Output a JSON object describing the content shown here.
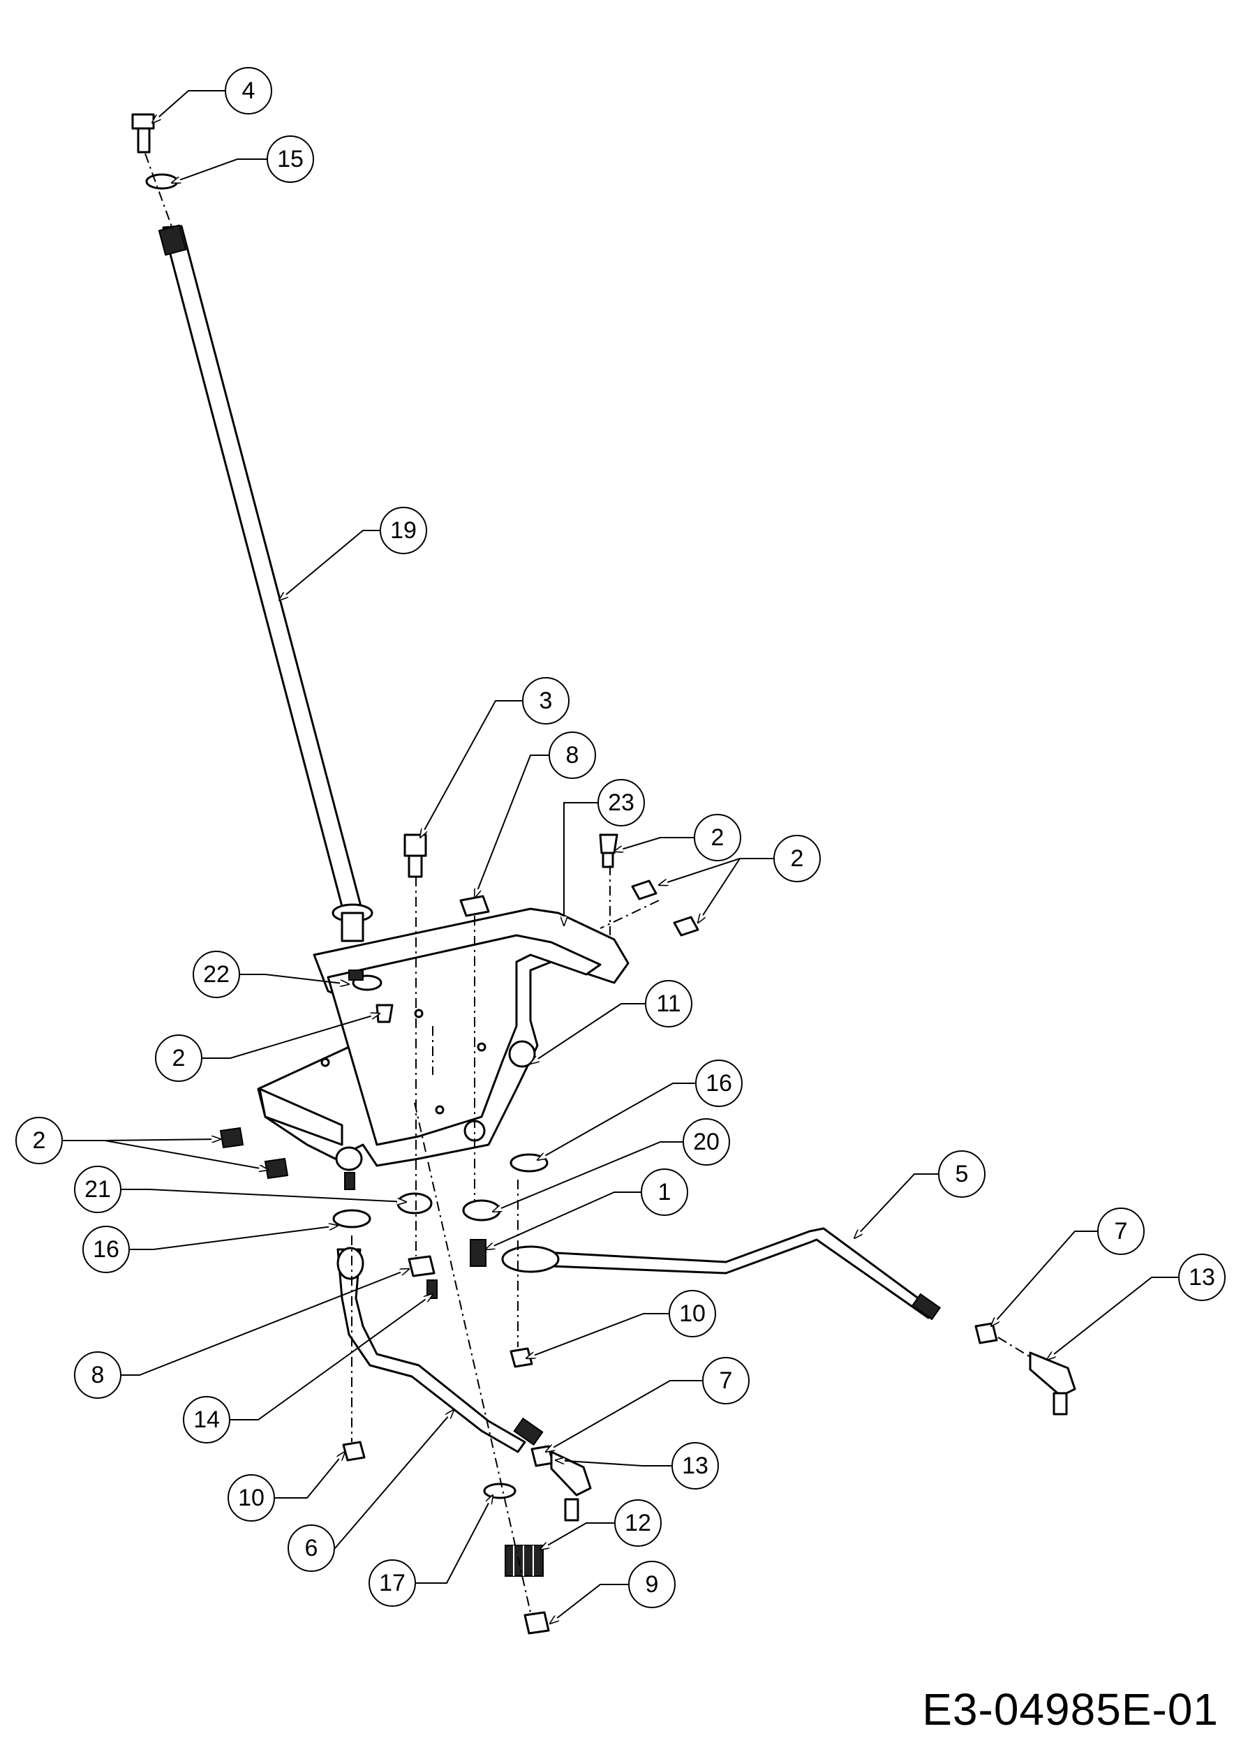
{
  "document_code": "E3-04985E-01",
  "callouts": [
    "4",
    "15",
    "19",
    "3",
    "8",
    "23",
    "2",
    "2",
    "22",
    "2",
    "11",
    "16",
    "2",
    "20",
    "21",
    "1",
    "5",
    "16",
    "8",
    "7",
    "13",
    "10",
    "14",
    "7",
    "13",
    "12",
    "10",
    "6",
    "17",
    "9"
  ]
}
